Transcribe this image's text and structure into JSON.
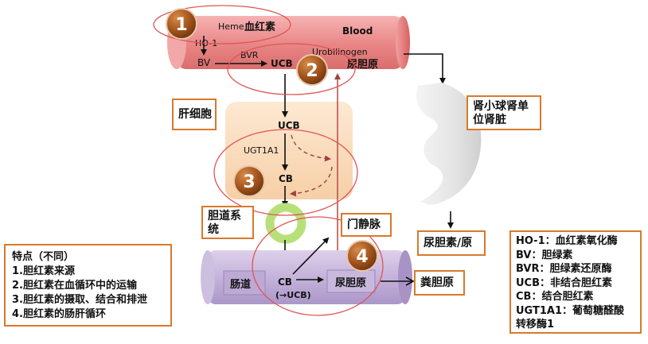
{
  "markers": [
    "1",
    "2",
    "3",
    "4"
  ],
  "blood": {
    "label": "Blood",
    "heme": "Heme",
    "heme_cn": "血红素",
    "ho1": "HO-1",
    "bv": "BV",
    "bvr": "BVR",
    "ucb": "UCB",
    "urobilinogen": "Urobilinogen",
    "urobilinogen_cn": "尿胆原"
  },
  "liver": {
    "label": "肝细胞",
    "ucb": "UCB",
    "ugt1a1": "UGT1A1",
    "cb": "CB"
  },
  "bile_duct": {
    "lines": [
      "胆道系",
      "统"
    ]
  },
  "portal_vein": {
    "label": "门静脉"
  },
  "intestine": {
    "label": "肠道",
    "cb": "CB",
    "ucb_note": "(→UCB)",
    "urobilinogen": "尿胆原"
  },
  "feces": {
    "label": "粪胆原"
  },
  "kidney": {
    "lines": [
      "肾小球肾单",
      "位肾脏"
    ]
  },
  "urine": {
    "label": "尿胆素/原"
  },
  "features": {
    "lines": [
      "特点（不同）",
      "1.胆红素来源",
      "2.胆红素在血循环中的运输",
      "3.胆红素的摄取、结合和排泄",
      "4.胆红素的肠肝循环"
    ]
  },
  "legend": {
    "lines": [
      "HO-1：血红素氧化酶",
      "BV：胆绿素",
      "BVR：胆绿素还原酶",
      "UCB：非结合胆红素",
      "CB：结合胆红素",
      "UGT1A1：葡萄糖醛酸",
      "转移酶1"
    ]
  },
  "colors": {
    "blood": "#e98a8a",
    "liver": "#f8d7b4",
    "intestine": "#c5b5da",
    "bile_ring": "#b8e07a",
    "marker": "#a0521b",
    "circle": "#e05555",
    "box_border": "#d9792b",
    "dashed": "#a04040"
  }
}
